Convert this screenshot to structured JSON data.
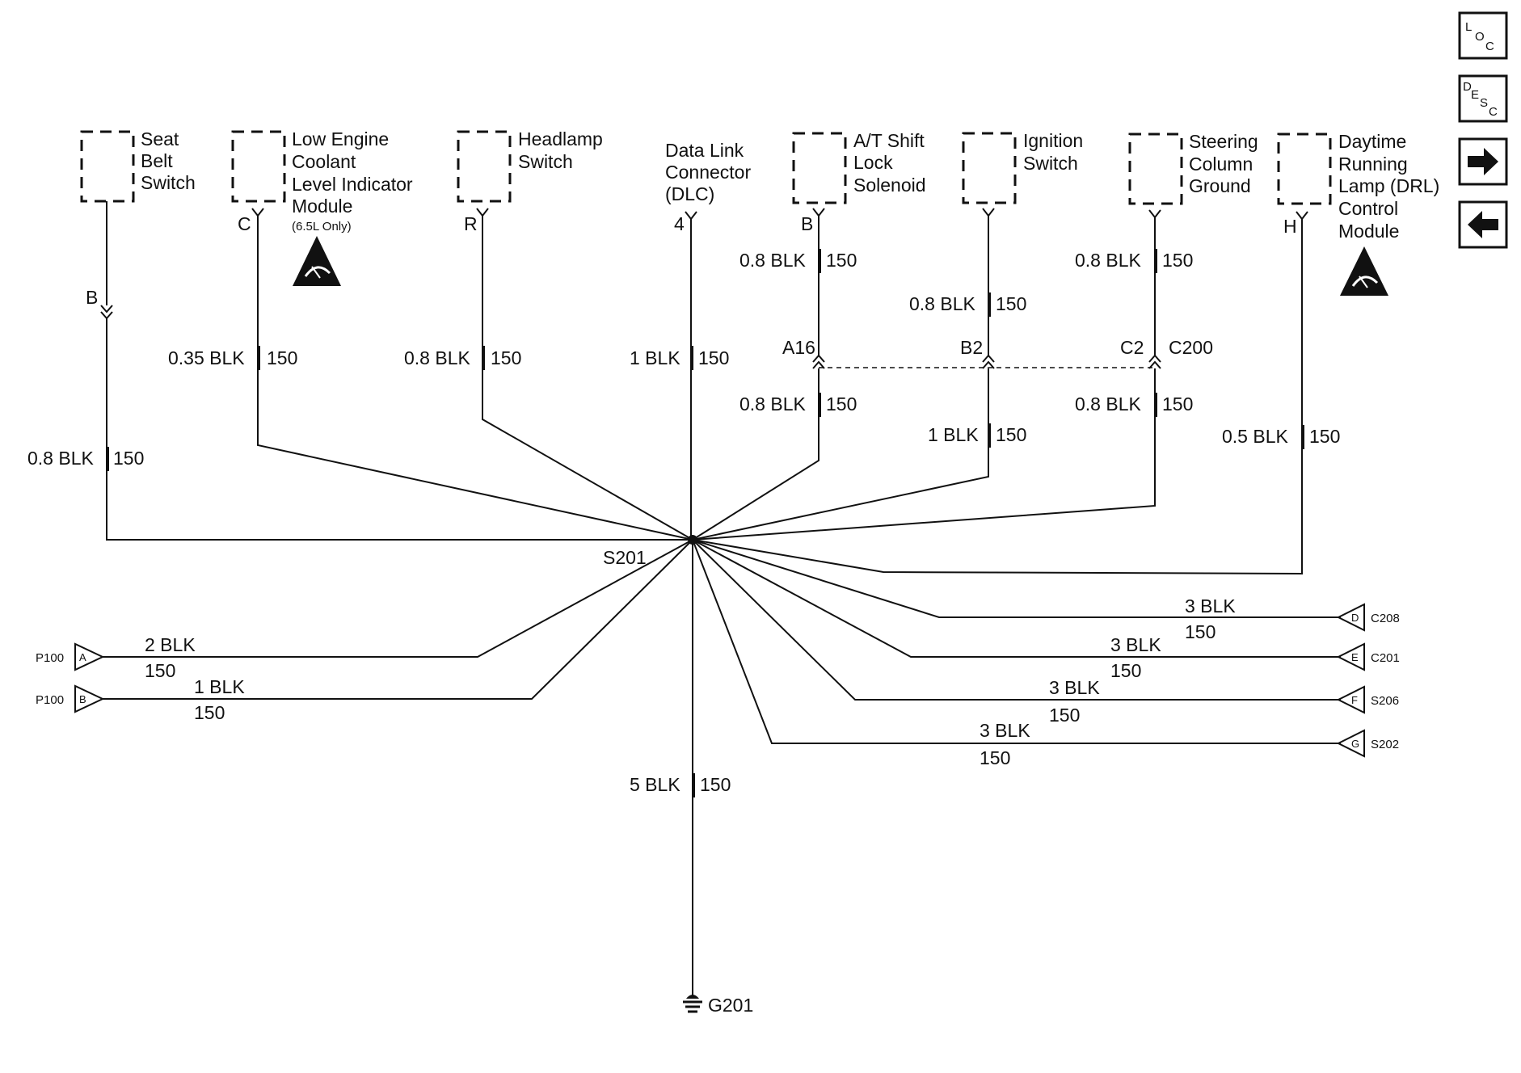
{
  "components": {
    "seat_belt": [
      "Seat",
      "Belt",
      "Switch"
    ],
    "low_coolant": [
      "Low Engine",
      "Coolant",
      "Level Indicator",
      "Module"
    ],
    "low_coolant_note": "(6.5L Only)",
    "headlamp": [
      "Headlamp",
      "Switch"
    ],
    "dlc": [
      "Data Link",
      "Connector",
      "(DLC)"
    ],
    "at_shift": [
      "A/T Shift",
      "Lock",
      "Solenoid"
    ],
    "ignition": [
      "Ignition",
      "Switch"
    ],
    "steering": [
      "Steering",
      "Column",
      "Ground"
    ],
    "drl": [
      "Daytime",
      "Running",
      "Lamp (DRL)",
      "Control",
      "Module"
    ]
  },
  "pins": {
    "seat_belt": "B",
    "low_coolant": "C",
    "headlamp": "R",
    "dlc": "4",
    "at_shift": "B",
    "ignition": "",
    "steering": "",
    "drl": "H"
  },
  "wires": {
    "seat_belt": [
      "0.8 BLK",
      "150"
    ],
    "low_coolant": [
      "0.35 BLK",
      "150"
    ],
    "headlamp": [
      "0.8 BLK",
      "150"
    ],
    "dlc": [
      "1 BLK",
      "150"
    ],
    "at_upper": [
      "0.8 BLK",
      "150"
    ],
    "at_lower": [
      "0.8 BLK",
      "150"
    ],
    "ign_upper": [
      "0.8 BLK",
      "150"
    ],
    "ign_lower": [
      "1 BLK",
      "150"
    ],
    "steer_upper": [
      "0.8 BLK",
      "150"
    ],
    "steer_lower": [
      "0.8 BLK",
      "150"
    ],
    "drl": [
      "0.5 BLK",
      "150"
    ],
    "c208": [
      "3 BLK",
      "150"
    ],
    "c201": [
      "3 BLK",
      "150"
    ],
    "s206": [
      "3 BLK",
      "150"
    ],
    "s202": [
      "3 BLK",
      "150"
    ],
    "p100a": [
      "2 BLK",
      "150"
    ],
    "p100b": [
      "1 BLK",
      "150"
    ],
    "ground": [
      "5 BLK",
      "150"
    ]
  },
  "connectors": {
    "c200_a16": "A16",
    "c200_b2": "B2",
    "c200_c2": "C2",
    "c200_name": "C200"
  },
  "splice": "S201",
  "ground_name": "G201",
  "right_connectors": [
    {
      "pin": "D",
      "name": "C208"
    },
    {
      "pin": "E",
      "name": "C201"
    },
    {
      "pin": "F",
      "name": "S206"
    },
    {
      "pin": "G",
      "name": "S202"
    }
  ],
  "left_connectors": [
    {
      "pin": "A",
      "name": "P100"
    },
    {
      "pin": "B",
      "name": "P100"
    }
  ],
  "nav": {
    "loc": [
      "L",
      "O",
      "C"
    ],
    "desc": [
      "D",
      "E",
      "S",
      "C"
    ],
    "next": "next-arrow",
    "prev": "prev-arrow"
  }
}
